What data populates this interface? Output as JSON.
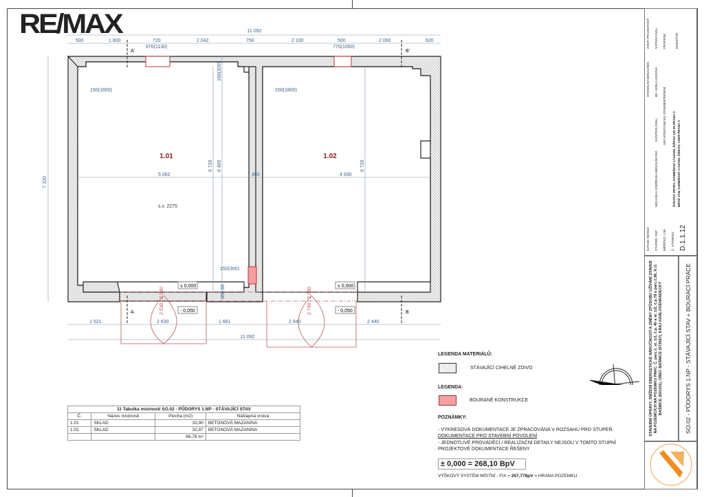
{
  "logo": "RE/MAX",
  "dims": {
    "total_top": "11 092",
    "top_segments": [
      "500",
      "1 800",
      "720",
      "970(1130)",
      "2 042",
      "750",
      "2 100",
      "500",
      "770(1060)",
      "2 060",
      "620"
    ],
    "left_total": "7 320",
    "bottom_segments": [
      "1 521",
      "2 630",
      "1 661",
      "2 840",
      "2 440"
    ],
    "total_bottom": "11 092",
    "room1_width": "5 062",
    "room1_height": "6 720",
    "room1_height2": "6 400",
    "mid_wall": "450",
    "room2_width": "4 930",
    "room2_height": "6 720",
    "vent_top": "160(300)",
    "vent_1": "150(1800)",
    "vent_2": "150(1800)",
    "vent_mid": "150(300)",
    "vent_low": "300 60",
    "door1": "2 530 / 2 060",
    "door2": "2 740 / 2 060"
  },
  "rooms": [
    {
      "id": "1.01",
      "note": "s.v. 2275"
    },
    {
      "id": "1.02"
    }
  ],
  "levels": {
    "floor": "± 0,000",
    "outside": "- 0,050"
  },
  "sections": {
    "a": "A",
    "a2": "A'",
    "b": "B",
    "b2": "B'"
  },
  "table": {
    "title": "11 Tabulka místností SO.02 - PŮDORYS 1.NP - STÁVAJÍCÍ STAV",
    "headers": [
      "Č.",
      "Název místnosti",
      "Plocha (m2)",
      "Nášlapná vrstva"
    ],
    "rows": [
      [
        "1.01",
        "SKLAD",
        "33,90",
        "BETONOVÁ MAZANINA"
      ],
      [
        "1.02",
        "SKLAD",
        "32,87",
        "BETONOVÁ MAZANINA"
      ]
    ],
    "total": "66,78 m²"
  },
  "legend": {
    "materials_title": "LEGENDA MATERIÁLŮ:",
    "brick": "STÁVAJÍCÍ CIHELNÉ ZDIVO",
    "title": "LEGENDA:",
    "demolished": "BOURANÉ KONSTRUKCE",
    "notes_title": "POZNÁMKY:",
    "note1a": "- VÝKRESOVÁ DOKUMENTACE JE ZPRACOVÁNA V ROZSAHU PRO STUPEŇ ",
    "note1b": "DOKUMENTACE PRO STAVEBNÍ POVOLENÍ",
    "note2": "- JEDNOTLIVÉ PROVÁDĚCÍ / REALIZAČNÍ DETAILY NEJSOU V TOMTO STUPNÍ PROJEKTOVÉ DOKUMENTACE ŘEŠENY",
    "elevation": "± 0,000 = 268,10 BpV",
    "height_a": "VÝŠKOVÝ SYSTÉM MÍSTNÍ - FIX  = ",
    "height_b": "267,778pV",
    "height_c": " = HRANA POZEMKU"
  },
  "colors": {
    "demolished": "#f4a0a0",
    "dim": "#3a5f86",
    "room_label": "#8b1a1a",
    "logo_accent": "#f08c1e"
  },
  "title_block": {
    "project": "STAVEBNÍ ÚPRAVY, SNÍŽENÍ ENERGETICKÉ NÁROČNOSTI A ZMĚNY ZPŮSOBU UŽÍVÁNÍ STAVEB NA POZEMCÍCH NA POZEMKU PARC. Č. parc.č. st. 1/1, č.p. 40 a st. 1/2, č.p.78 a parc.č.96, K.Ú. BAŠNICE (601101), OBEC BAŠNICE (572667), KRAJ KRÁLOVÉHRADECKÝ",
    "drawing": "SO.02 - PŮDORYS 1.NP - STÁVAJÍCÍ STAV + BOURACÍ PRÁCE",
    "zodp_label": "ZODP. PROJEKTANT:",
    "zodp": "STANISLAV MENOUŠEK",
    "vypr_label": "VYPRACOVAL:",
    "vypr": "BC. ADÉLA HOZOVÁ",
    "kontr_label": "KONTROLOVAL:",
    "kontr": "MICHAELA ONDŘEJKA MENOUŠKOVÁ",
    "prof_label": "PROFESE:",
    "prof": "ARCHITEKTONICKO STAVEBNÍ ŘEŠENÍ",
    "inv_label": "INVESTOR:",
    "inv1": "ŽÁKOVÁ PETRA, KOMEŇOVA 1741/183, ŽIŽKOV 130 00 PRAHA 3",
    "inv2": "BROŽ JAN, KOMEŇOVA 1741/183, ŽIŽKOV, 13000 PRAHA 3",
    "datum_label": "DATUM:",
    "datum": "06/2023",
    "stupen_label": "STUPEŇ:",
    "stupen": "DSP",
    "meritko_label": "MĚŘÍTKO:",
    "meritko": "1:50",
    "cislo_label": "Č. VÝKRESU:",
    "cislo": "D.1.1.12"
  }
}
